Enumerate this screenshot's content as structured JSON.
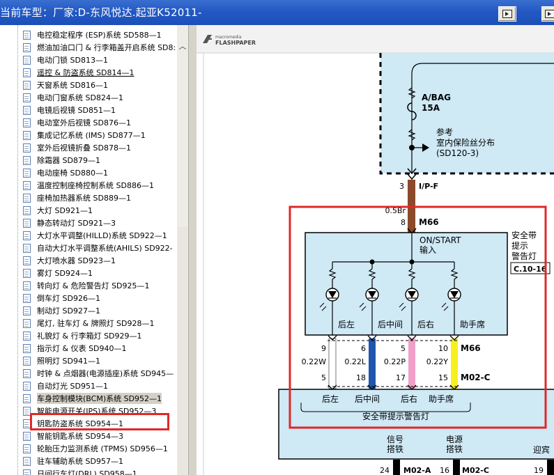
{
  "window": {
    "title": "当前车型：厂家:D-东风悦达.起亚K52011-"
  },
  "sidebar": {
    "items": [
      {
        "label": "电控稳定程序 (ESP)系统 SD588—1"
      },
      {
        "label": "燃油加油口门 & 行李箱盖开启系统 SD8:"
      },
      {
        "label": "电动门锁 SD813—1"
      },
      {
        "label": "遥控 & 防盗系统 SD814—1",
        "underline": true
      },
      {
        "label": "天窗系统 SD816—1"
      },
      {
        "label": "电动门窗系统 SD824—1"
      },
      {
        "label": "电镜后视镜 SD851—1"
      },
      {
        "label": "电动室外后视镜 SD876—1"
      },
      {
        "label": "集成记忆系统 (IMS) SD877—1"
      },
      {
        "label": "室外后视镜折叠 SD878—1"
      },
      {
        "label": "除霜器 SD879—1"
      },
      {
        "label": "电动座椅 SD880—1"
      },
      {
        "label": "温度控制座椅控制系统 SD886—1"
      },
      {
        "label": "座椅加热器系统 SD889—1"
      },
      {
        "label": "大灯 SD921—1"
      },
      {
        "label": "静态转动灯 SD921—3"
      },
      {
        "label": "大灯水平调整(HILLD)系统 SD922—1"
      },
      {
        "label": "自动大灯水平调整系统(AHILS) SD922-"
      },
      {
        "label": "大灯喷水器 SD923—1"
      },
      {
        "label": "雾灯 SD924—1"
      },
      {
        "label": "转向灯 & 危险警告灯 SD925—1"
      },
      {
        "label": "倒车灯 SD926—1"
      },
      {
        "label": "制动灯 SD927—1"
      },
      {
        "label": "尾灯, 驻车灯 & 牌照灯 SD928—1"
      },
      {
        "label": "礼貌灯 & 行李箱灯 SD929—1"
      },
      {
        "label": "指示灯 & 仪表 SD940—1"
      },
      {
        "label": "照明灯 SD941—1"
      },
      {
        "label": "时钟 & 点烟器(电源插座)系统 SD945—"
      },
      {
        "label": "自动灯光 SD951—1"
      },
      {
        "label": "车身控制模块(BCM)系统 SD952—1",
        "selected": true
      },
      {
        "label": "智能电源开关(IPS)系统 SD952—3"
      },
      {
        "label": "钥匙防盗系统 SD954—1"
      },
      {
        "label": "智能钥匙系统 SD954—3"
      },
      {
        "label": "轮胎压力监测系统 (TPMS) SD956—1"
      },
      {
        "label": "驻车辅助系统 SD957—1"
      },
      {
        "label": "日间行车灯(DRL) SD958—1"
      }
    ]
  },
  "flashpaper": {
    "brand_top": "macromedia",
    "brand_bottom": "FLASHPAPER"
  },
  "diagram": {
    "fuse_name": "A/BAG",
    "fuse_rating": "15A",
    "ref_1": "参考",
    "ref_2": "室内保险丝分布",
    "ref_3": "(SD120-3)",
    "ipf_pin": "3",
    "ipf_label": "I/P-F",
    "wire_main": "0.5Br",
    "m66_pin": "8",
    "m66": "M66",
    "on_start": "ON/START",
    "input": "输入",
    "module_title_1": "安全带",
    "module_title_2": "提示",
    "module_title_3": "警告灯",
    "module_ref": "C.10-16",
    "lamp_labels": [
      "后左",
      "后中间",
      "后右",
      "助手席"
    ],
    "pins_top": [
      "9",
      "6",
      "5",
      "10"
    ],
    "wires": [
      "0.22W",
      "0.22L",
      "0.22P",
      "0.22Y"
    ],
    "pins_bottom": [
      "5",
      "18",
      "17",
      "15"
    ],
    "wire_colors": [
      "#ffffff",
      "#1e56b0",
      "#ef9fc8",
      "#f7ef1e"
    ],
    "conn_m66": "M66",
    "conn_m02c": "M02-C",
    "bottom_labels": [
      "后左",
      "后中间",
      "后右",
      "助手席"
    ],
    "bottom_title": "安全带提示警告灯",
    "signal_ground_1": "信号",
    "signal_ground_2": "搭铁",
    "power_ground_1": "电源",
    "power_ground_2": "搭铁",
    "welcome": "迎宾",
    "bottom_pin_a": "24",
    "bottom_conn_a": "M02-A",
    "bottom_pin_c": "16",
    "bottom_conn_c": "M02-C",
    "bottom_pin_19": "19",
    "highlight_color": "#e02828",
    "panel_color": "#cfe9f5"
  }
}
